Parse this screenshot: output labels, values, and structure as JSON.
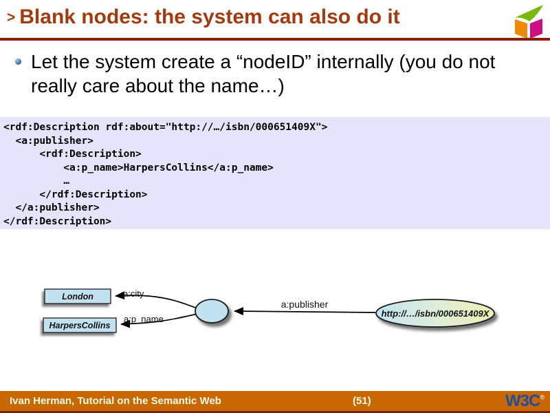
{
  "header": {
    "marker": ">",
    "title": "Blank nodes: the system can also do it",
    "title_color": "#A33A0F",
    "rule_color": "#8E1E00"
  },
  "logo_cube": {
    "green": "#7CB80C",
    "orange": "#EF8A00",
    "magenta": "#CC0F83"
  },
  "bullet": {
    "text": "Let the system create a “nodeID” internally (you do not really care about the name…)"
  },
  "code": {
    "background": "#E4E4FA",
    "lines": [
      "<rdf:Description rdf:about=\"http://…/isbn/000651409X\">",
      "  <a:publisher>",
      "      <rdf:Description>",
      "          <a:p_name>HarpersCollins</a:p_name>",
      "          …",
      "      </rdf:Description>",
      "  </a:publisher>",
      "</rdf:Description>"
    ]
  },
  "diagram": {
    "nodes": {
      "london": "London",
      "harperscollins": "HarpersCollins",
      "isbn": "http://…/isbn/000651409X"
    },
    "edges": {
      "city": "a:city",
      "p_name": "a:p_name",
      "publisher": "a:publisher"
    },
    "colors": {
      "node_fill": "#C2E2F2",
      "isbn_gradient_left": "#C4E4F4",
      "isbn_gradient_right": "#F0EFB4"
    }
  },
  "footer": {
    "author": "Ivan Herman, Tutorial on the Semantic Web",
    "page": "(51)",
    "w3c": "W3C",
    "reg": "®",
    "bar_color": "#C96700"
  }
}
